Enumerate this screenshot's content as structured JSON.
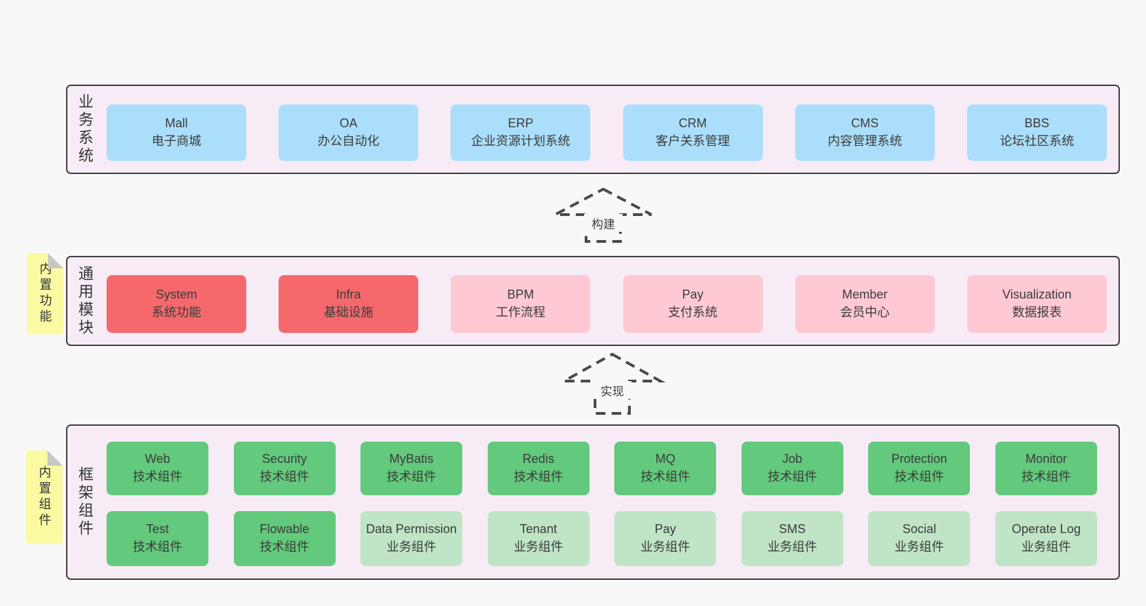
{
  "colors": {
    "page_bg": "#f8f8f8",
    "panel_bg": "#f7ecf6",
    "panel_border": "#3e3e3e",
    "business_box_blue": "#abdefa",
    "core_module_red": "#f5696d",
    "module_pink": "#fec9d3",
    "tech_component_green": "#63c97c",
    "biz_component_green_light": "#bfe5c6",
    "sticky_note_yellow": "#fafaa3",
    "sticky_fold_gray": "#c7c7c7",
    "text": "#3b3b3b"
  },
  "business": {
    "label": "业务系统",
    "boxes": [
      {
        "title": "Mall",
        "subtitle": "电子商城"
      },
      {
        "title": "OA",
        "subtitle": "办公自动化"
      },
      {
        "title": "ERP",
        "subtitle": "企业资源计划系统"
      },
      {
        "title": "CRM",
        "subtitle": "客户关系管理"
      },
      {
        "title": "CMS",
        "subtitle": "内容管理系统"
      },
      {
        "title": "BBS",
        "subtitle": "论坛社区系统"
      }
    ]
  },
  "build_arrow": {
    "label": "构建"
  },
  "modules": {
    "label": "通用模块",
    "note": "内置功能",
    "boxes": [
      {
        "title": "System",
        "subtitle": "系统功能"
      },
      {
        "title": "Infra",
        "subtitle": "基础设施"
      },
      {
        "title": "BPM",
        "subtitle": "工作流程"
      },
      {
        "title": "Pay",
        "subtitle": "支付系统"
      },
      {
        "title": "Member",
        "subtitle": "会员中心"
      },
      {
        "title": "Visualization",
        "subtitle": "数据报表"
      }
    ]
  },
  "implement_arrow": {
    "label": "实现"
  },
  "framework": {
    "label": "框架组件",
    "note": "内置组件",
    "row1": [
      {
        "title": "Web",
        "subtitle": "技术组件"
      },
      {
        "title": "Security",
        "subtitle": "技术组件"
      },
      {
        "title": "MyBatis",
        "subtitle": "技术组件"
      },
      {
        "title": "Redis",
        "subtitle": "技术组件"
      },
      {
        "title": "MQ",
        "subtitle": "技术组件"
      },
      {
        "title": "Job",
        "subtitle": "技术组件"
      },
      {
        "title": "Protection",
        "subtitle": "技术组件"
      },
      {
        "title": "Monitor",
        "subtitle": "技术组件"
      }
    ],
    "row2": [
      {
        "title": "Test",
        "subtitle": "技术组件"
      },
      {
        "title": "Flowable",
        "subtitle": "技术组件"
      },
      {
        "title": "Data Permission",
        "subtitle": "业务组件"
      },
      {
        "title": "Tenant",
        "subtitle": "业务组件"
      },
      {
        "title": "Pay",
        "subtitle": "业务组件"
      },
      {
        "title": "SMS",
        "subtitle": "业务组件"
      },
      {
        "title": "Social",
        "subtitle": "业务组件"
      },
      {
        "title": "Operate Log",
        "subtitle": "业务组件"
      }
    ]
  }
}
